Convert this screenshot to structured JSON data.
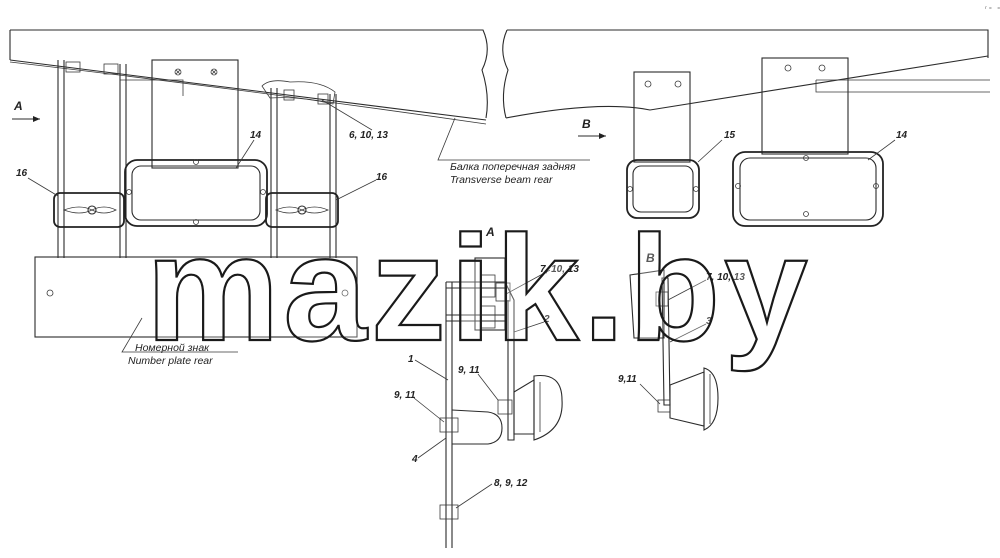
{
  "corner_mark": "ᵣ₌ ₌₌",
  "watermark": "mazik.by",
  "views": {
    "a_left": "A",
    "b_left": "B",
    "a_detail": "A",
    "b_detail": "B"
  },
  "captions": {
    "beam_ru": "Балка поперечная задняя",
    "beam_en": "Transverse beam rear",
    "plate_ru": "Номерной знак",
    "plate_en": "Number plate rear"
  },
  "callouts": {
    "c16_left": "16",
    "c14_left": "14",
    "c16_right": "16",
    "c6_10_13": "6, 10, 13",
    "c15": "15",
    "c14_right": "14",
    "c7_10_13_a": "7, 10, 13",
    "c2": "2",
    "c1": "1",
    "c9_11_a": "9, 11",
    "c9_11_b": "9, 11",
    "c4": "4",
    "c8_9_12": "8, 9, 12",
    "c7_10_13_b": "7, 10, 13",
    "c3": "3",
    "c9_11_c": "9,11"
  }
}
